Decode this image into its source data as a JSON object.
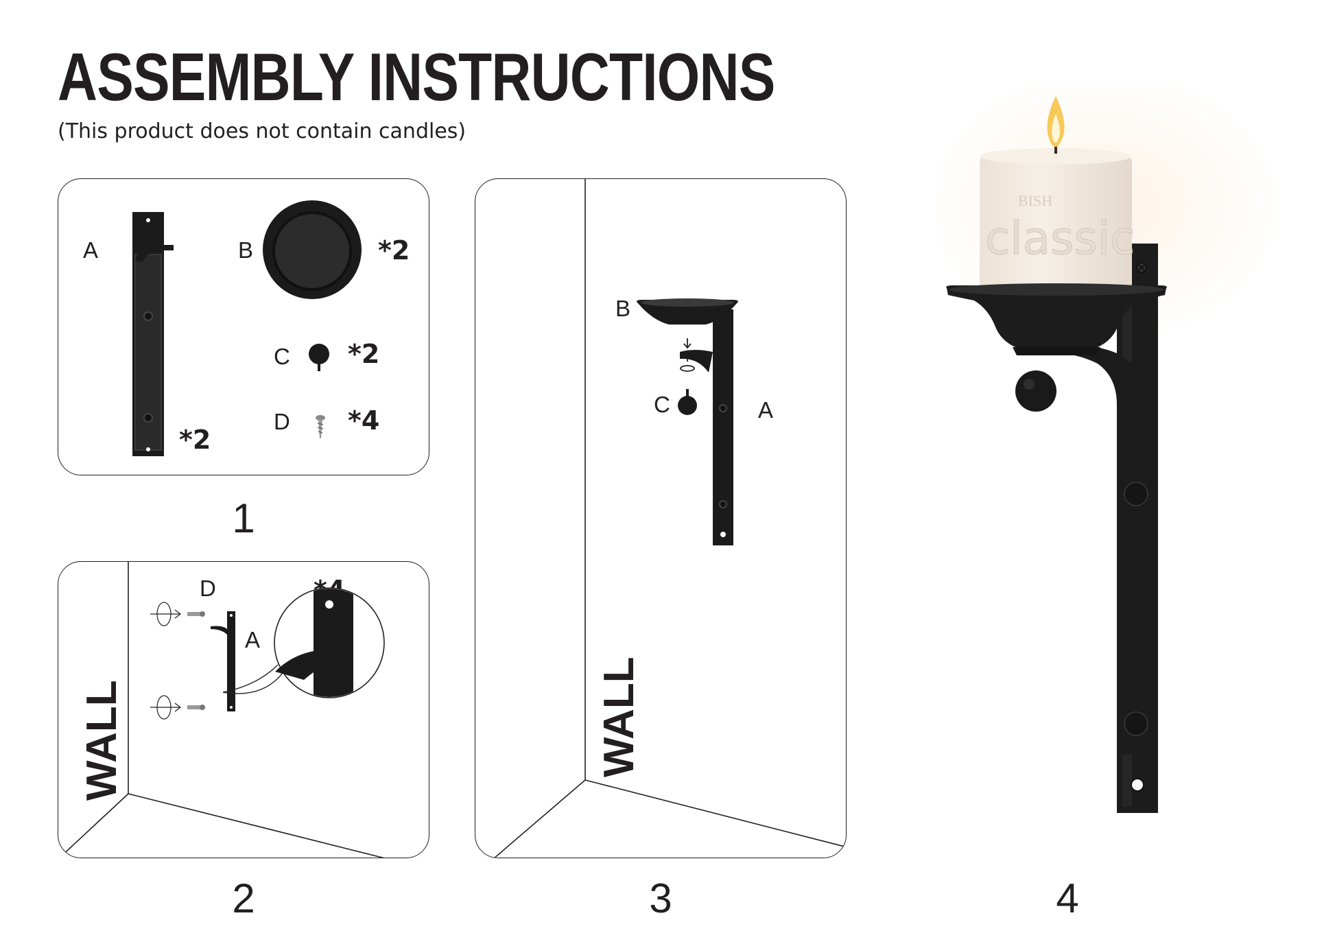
{
  "header": {
    "title": "ASSEMBLY INSTRUCTIONS",
    "subtitle": "(This product does not contain candles)"
  },
  "steps": [
    {
      "number": "1",
      "parts": [
        {
          "letter": "A",
          "qty": "*2"
        },
        {
          "letter": "B",
          "qty": "*2"
        },
        {
          "letter": "C",
          "qty": "*2"
        },
        {
          "letter": "D",
          "qty": "*4"
        }
      ]
    },
    {
      "number": "2",
      "wall_label": "WALL",
      "labels": {
        "screw": "D",
        "bracket": "A",
        "qty": "*4"
      }
    },
    {
      "number": "3",
      "wall_label": "WALL",
      "labels": {
        "cup": "B",
        "ball": "C",
        "bracket": "A"
      }
    },
    {
      "number": "4",
      "candle_brand": "BISH",
      "candle_text": "classic"
    }
  ],
  "colors": {
    "ink": "#231f20",
    "metal": "#1b1b1b",
    "candle": "#f3ebe1",
    "flame": "#f6c95a"
  }
}
